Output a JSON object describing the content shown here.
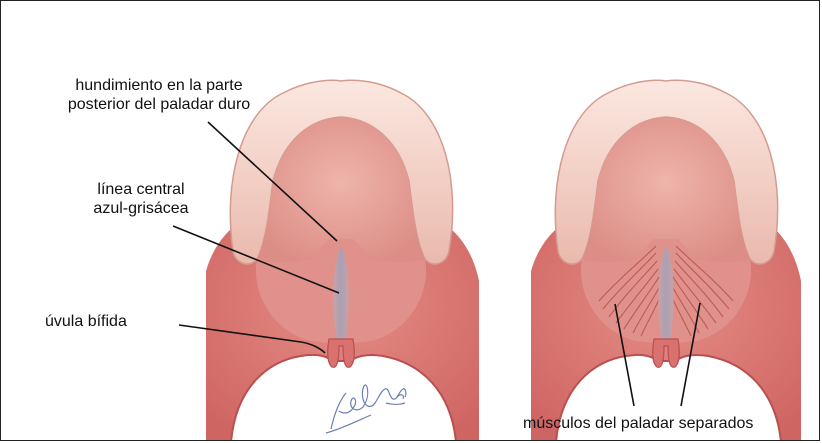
{
  "labels": {
    "depression": "hundimiento en la parte posterior del paladar duro",
    "depression_line1": "hundimiento en la parte",
    "depression_line2": "posterior del paladar duro",
    "midline_line1": "línea central",
    "midline_line2": "azul-grisácea",
    "uvula": "úvula bífida",
    "muscles": "músculos del paladar separados"
  },
  "signature": "J.Wow md",
  "colors": {
    "tissue": "#d9716f",
    "tissue_dark": "#c85a5a",
    "palate": "#e5a49c",
    "gum": "#f4d6cc",
    "midline": "#b6a7b3",
    "leader": "#111111"
  }
}
